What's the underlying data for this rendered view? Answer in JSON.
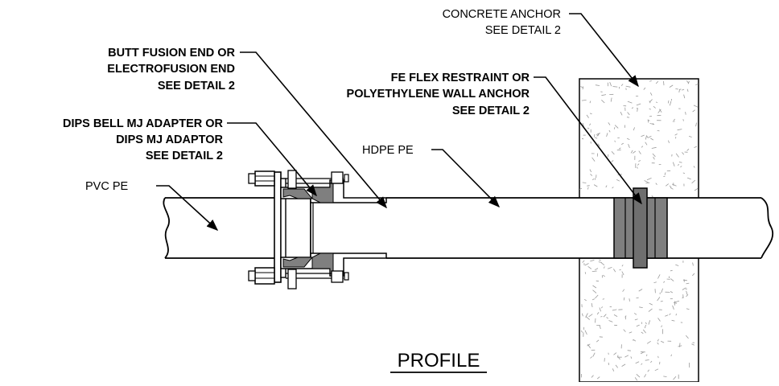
{
  "labels": {
    "concrete_anchor": {
      "line1": "CONCRETE ANCHOR",
      "line2": "SEE DETAIL 2"
    },
    "butt_fusion": {
      "line1": "BUTT FUSION END OR",
      "line2": "ELECTROFUSION END",
      "line3": "SEE DETAIL 2"
    },
    "fe_flex": {
      "line1": "FE FLEX RESTRAINT OR",
      "line2": "POLYETHYLENE WALL ANCHOR",
      "line3": "SEE DETAIL 2"
    },
    "dips_bell": {
      "line1": "DIPS BELL MJ ADAPTER  OR",
      "line2": "DIPS MJ ADAPTOR",
      "line3": "SEE DETAIL 2"
    },
    "hdpe": "HDPE PE",
    "pvc": "PVC PE",
    "title": "PROFILE"
  },
  "colors": {
    "line": "#000000",
    "fitting_gray": "#7f7f7f",
    "light_gray": "#a6a6a6",
    "concrete_speckle": "#9a9a9a",
    "background": "#ffffff"
  }
}
